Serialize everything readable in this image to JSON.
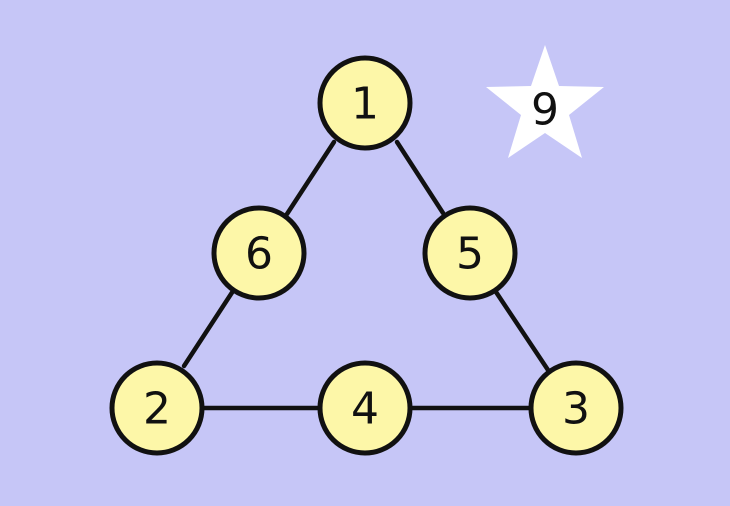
{
  "diagram": {
    "nodes": [
      {
        "id": "top",
        "label": "1"
      },
      {
        "id": "upper-left",
        "label": "6"
      },
      {
        "id": "upper-right",
        "label": "5"
      },
      {
        "id": "bottom-left",
        "label": "2"
      },
      {
        "id": "bottom-middle",
        "label": "4"
      },
      {
        "id": "bottom-right",
        "label": "3"
      }
    ],
    "edges": [
      [
        "top",
        "upper-left"
      ],
      [
        "upper-left",
        "bottom-left"
      ],
      [
        "top",
        "upper-right"
      ],
      [
        "upper-right",
        "bottom-right"
      ],
      [
        "bottom-left",
        "bottom-middle"
      ],
      [
        "bottom-middle",
        "bottom-right"
      ]
    ],
    "star": {
      "label": "9"
    },
    "colors": {
      "background": "#c6c6f7",
      "node_fill": "#fdf7a8",
      "outline": "#111111",
      "star_fill": "#ffffff"
    }
  }
}
